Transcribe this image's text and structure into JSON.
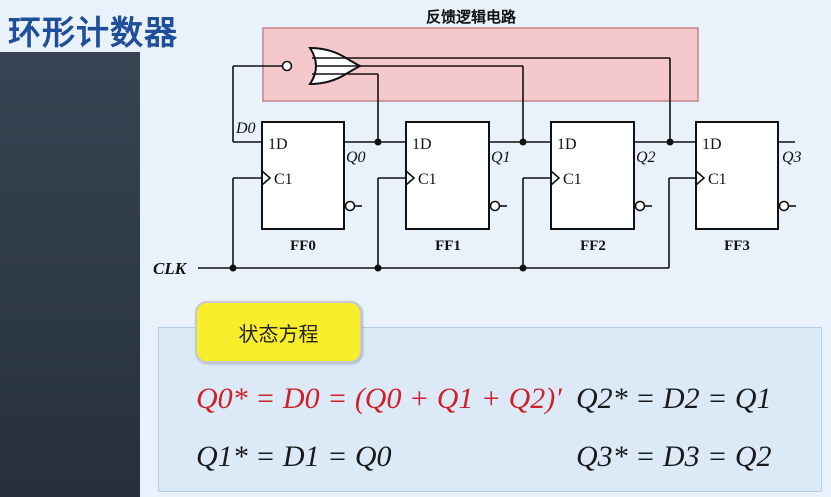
{
  "title": "环形计数器",
  "feedback_label": "反馈逻辑电路",
  "flipflops": [
    {
      "name": "FF0",
      "d_label": "1D",
      "clk_label": "C1",
      "q_label": "Q0"
    },
    {
      "name": "FF1",
      "d_label": "1D",
      "clk_label": "C1",
      "q_label": "Q1"
    },
    {
      "name": "FF2",
      "d_label": "1D",
      "clk_label": "C1",
      "q_label": "Q2"
    },
    {
      "name": "FF3",
      "d_label": "1D",
      "clk_label": "C1",
      "q_label": "Q3"
    }
  ],
  "d0_label": "D0",
  "clk_label": "CLK",
  "state_eq_title": "状态方程",
  "equations": {
    "eq_q0": "Q0* = D0 = (Q0 + Q1 + Q2)'",
    "eq_q1": "Q1* = D1 = Q0",
    "eq_q2": "Q2* = D2 = Q1",
    "eq_q3": "Q3* = D3 = Q2"
  },
  "colors": {
    "feedback_box": "#f5c9cc",
    "badge": "#f8ee2b",
    "red_equation": "#d0202a"
  }
}
